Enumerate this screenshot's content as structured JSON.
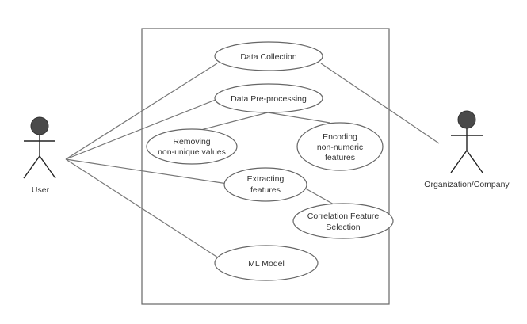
{
  "actors": {
    "user": "User",
    "organization": "Organization/Company"
  },
  "use_cases": {
    "data_collection": "Data Collection",
    "data_preprocessing": "Data Pre-processing",
    "removing_nonunique": [
      "Removing",
      "non-unique values"
    ],
    "encoding_nonnumeric": [
      "Encoding",
      "non-numeric",
      "features"
    ],
    "extracting_features": [
      "Extracting",
      "features"
    ],
    "correlation_feature_selection": [
      "Correlation Feature",
      "Selection"
    ],
    "ml_model": "ML Model"
  },
  "colors": {
    "stroke": "#555555",
    "actor_head": "#4a4a4a",
    "text": "#333333"
  }
}
